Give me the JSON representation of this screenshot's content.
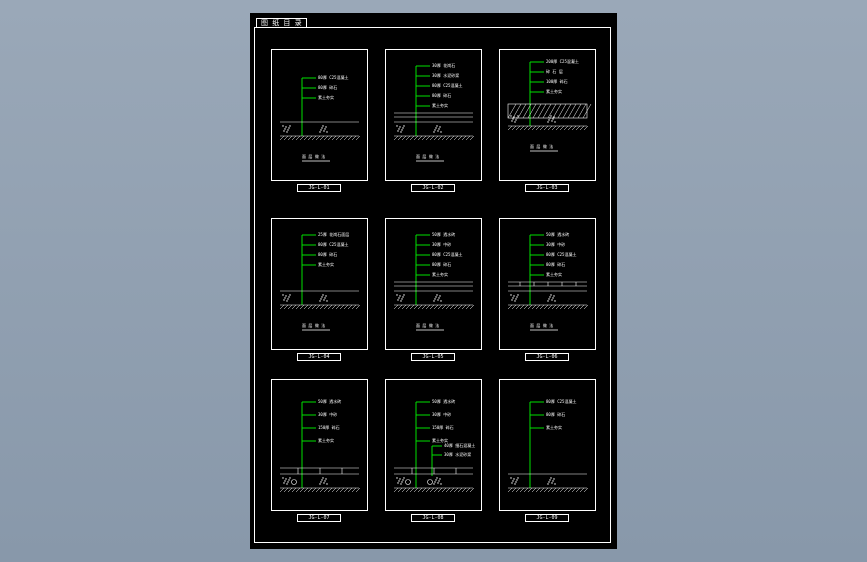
{
  "colors": {
    "leader": "#00e000",
    "line": "#ffffff",
    "background": "#000000"
  },
  "tab": {
    "label": "图 纸 目 录"
  },
  "details": [
    {
      "code": "JG-L-01",
      "title": "面 层 做 法",
      "layers": [
        "80厚 C25混凝土",
        "80厚 碎石",
        "素土夯实"
      ],
      "style": "concrete"
    },
    {
      "code": "JG-L-02",
      "title": "面 层 做 法",
      "layers": [
        "30厚 花岗石",
        "30厚 水泥砂浆",
        "80厚 C25混凝土",
        "80厚 碎石",
        "素土夯实"
      ],
      "style": "paving"
    },
    {
      "code": "JG-L-03",
      "title": "面 层 做 法",
      "layers": [
        "200厚 C25混凝土",
        "碎 石 层",
        "100厚 碎石",
        "素土夯实"
      ],
      "style": "hatched"
    },
    {
      "code": "JG-L-04",
      "title": "面 层 做 法",
      "layers": [
        "25厚 花岗石面层",
        "80厚 C25混凝土",
        "80厚 碎石",
        "素土夯实"
      ],
      "style": "concrete"
    },
    {
      "code": "JG-L-05",
      "title": "面 层 做 法",
      "layers": [
        "50厚 透水砖",
        "30厚 中砂",
        "80厚 C25混凝土",
        "80厚 碎石",
        "素土夯实"
      ],
      "style": "paving"
    },
    {
      "code": "JG-L-06",
      "title": "面 层 做 法",
      "layers": [
        "50厚 透水砖",
        "30厚 中砂",
        "80厚 C25混凝土",
        "80厚 碎石",
        "素土夯实"
      ],
      "style": "blocks"
    },
    {
      "code": "JG-L-07",
      "title": "",
      "layers": [
        "50厚 透水砖",
        "30厚 中砂",
        "150厚 碎石",
        "素土夯实"
      ],
      "style": "pipe"
    },
    {
      "code": "JG-L-08",
      "title": "",
      "layers": [
        "50厚 透水砖",
        "30厚 中砂",
        "150厚 碎石",
        "素土夯实"
      ],
      "style": "pipe2",
      "extra_layers": [
        "40厚 细石混凝土",
        "30厚 水泥砂浆"
      ]
    },
    {
      "code": "JG-L-09",
      "title": "",
      "layers": [
        "80厚 C25混凝土",
        "80厚 碎石",
        "素土夯实"
      ],
      "style": "concrete"
    }
  ]
}
